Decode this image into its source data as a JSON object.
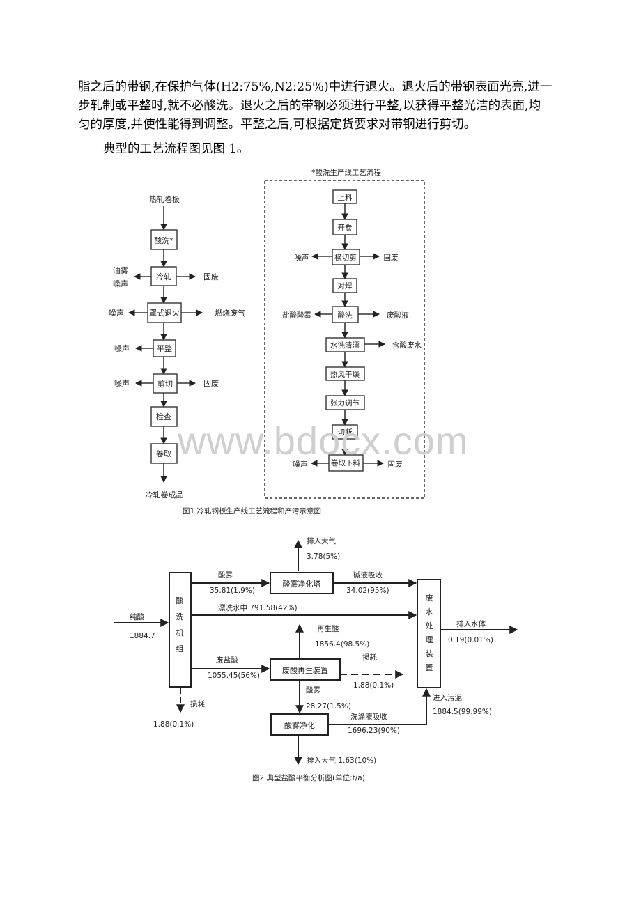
{
  "paragraph_lines": [
    "脂之后的带钢,在保护气体(H2:75%,N2:25%)中进行退火。退火后的带钢表面光亮,进一",
    "步轧制或平整时,就不必酸洗。退火之后的带钢必须进行平整,以获得平整光洁的表面,均",
    "匀的厚度,并使性能得到调整。平整之后,可根据定货要求对带钢进行剪切。"
  ],
  "paragraph2": "典型的工艺流程图见图 1。",
  "watermark": "www.bdocx.com",
  "fig1": {
    "start": "热轧卷板",
    "steps": [
      "酸洗*",
      "冷轧",
      "罩式退火",
      "平整",
      "剪切",
      "检查",
      "卷取"
    ],
    "end": "冷轧卷成品",
    "left_outputs": {
      "cold_roll_1": "油雾",
      "cold_roll_2": "噪声",
      "anneal": "噪声",
      "flatten": "噪声",
      "cut": "噪声"
    },
    "right_outputs": {
      "cold_roll": "固废",
      "anneal": "燃烧废气",
      "cut": "固废"
    },
    "pickling_line": {
      "title": "*酸洗生产线工艺流程",
      "steps": [
        "上料",
        "开卷",
        "横切剪",
        "对焊",
        "酸洗",
        "水洗清漂",
        "热风干燥",
        "张力调节",
        "切断",
        "卷取下料"
      ],
      "left_outputs": {
        "shear": "噪声",
        "pickle": "盐酸酸雾",
        "coil": "噪声"
      },
      "right_outputs": {
        "shear": "固废",
        "pickle": "废酸液",
        "rinse": "含酸废水",
        "coil": "固废"
      }
    },
    "caption": "图1    冷轧钢板生产线工艺流程和产污示意图"
  },
  "fig2": {
    "input_label": "纯酸",
    "input_value": "1884.7",
    "unit_chars": [
      "酸",
      "洗",
      "机",
      "组"
    ],
    "tower_label": "酸雾净化塔",
    "regen_label": "废酸再生装置",
    "purify_label": "酸雾净化",
    "treat_chars": [
      "废",
      "水",
      "处",
      "理",
      "装",
      "置"
    ],
    "flows": {
      "mist_label": "酸雾",
      "mist_value": "35.81(1.9%)",
      "atm_top_label": "排入大气",
      "atm_top_value": "3.78(5%)",
      "alkali_label": "碱液吸收",
      "alkali_value": "34.02(95%)",
      "rinse_label": "漂洗水中  791.58(42%)",
      "regen_acid_label": "再生酸",
      "regen_acid_value": "1856.4(98.5%)",
      "waste_acid_label": "废盐酸",
      "waste_acid_value": "1055.45(56%)",
      "loss_right_label": "损耗",
      "loss_right_value": "1.88(0.1%)",
      "regen_mist_label": "酸雾",
      "regen_mist_value": "28.27(1.5%)",
      "wash_label": "洗涤液吸收",
      "wash_value": "1696.23(90%)",
      "atm_bottom": "排入大气 1.63(10%)",
      "loss_left_label": "损耗",
      "loss_left_value": "1.88(0.1%)",
      "water_out_label": "排入水体",
      "water_out_value": "0.19(0.01%)",
      "sludge_label": "进入污泥",
      "sludge_value": "1884.5(99.99%)"
    },
    "caption": "图2    典型盐酸平衡分析图(单位:t/a)"
  }
}
